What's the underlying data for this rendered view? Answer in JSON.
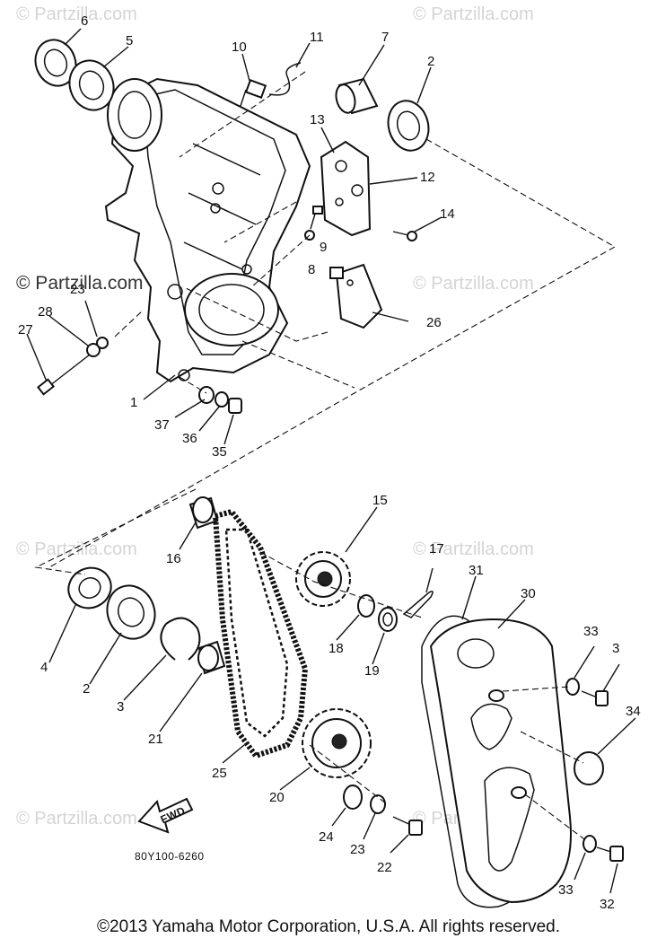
{
  "watermarks": {
    "brand": "© Partzilla.com",
    "brand_inline": "© Partzilla.com"
  },
  "diagram_code": "80Y100-6260",
  "fwd_label": "FWD",
  "copyright": "©2013  Yamaha Motor Corporation, U.S.A. All rights reserved.",
  "callouts": [
    "6",
    "5",
    "10",
    "11",
    "7",
    "2",
    "13",
    "12",
    "14",
    "9",
    "8",
    "26",
    "23",
    "28",
    "27",
    "1",
    "37",
    "36",
    "35",
    "16",
    "15",
    "17",
    "31",
    "30",
    "4",
    "2",
    "18",
    "19",
    "33",
    "3",
    "3",
    "21",
    "34",
    "25",
    "20",
    "24",
    "23",
    "22",
    "33",
    "32"
  ]
}
